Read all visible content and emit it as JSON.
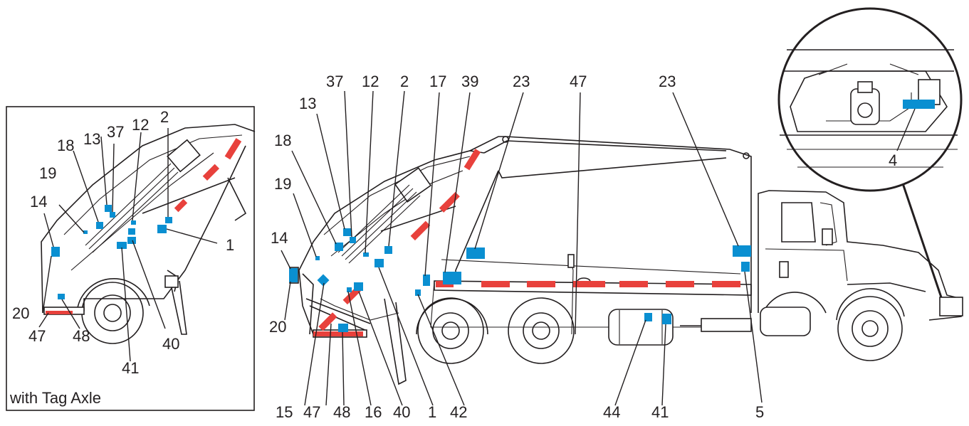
{
  "title": "",
  "colors": {
    "label_marker": "#0a8fd1",
    "reflective_stripe": "#e8413c",
    "line": "#231f20"
  },
  "inset_tag_axle": {
    "caption": "with Tag Axle",
    "callouts": [
      "2",
      "37",
      "13",
      "12",
      "18",
      "19",
      "14",
      "1",
      "20",
      "40",
      "41",
      "47",
      "48"
    ]
  },
  "main_view": {
    "top_callouts": [
      "37",
      "12",
      "2",
      "17",
      "39",
      "23",
      "47",
      "23",
      "13",
      "18",
      "19",
      "14",
      "20"
    ],
    "bottom_callouts": [
      "15",
      "47",
      "48",
      "16",
      "40",
      "1",
      "42",
      "44",
      "41",
      "5"
    ]
  },
  "detail_circle": {
    "callouts": [
      "4"
    ]
  }
}
